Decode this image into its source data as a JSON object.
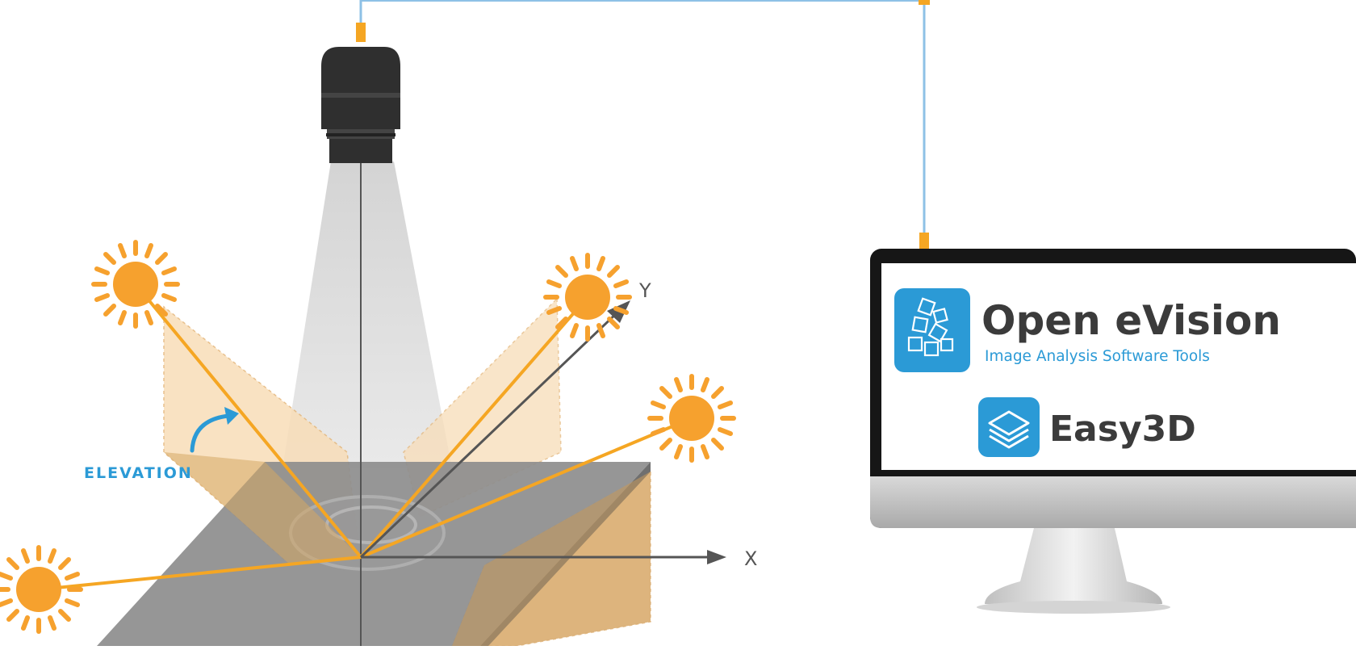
{
  "diagram": {
    "elevation_label": "ELEVATION",
    "axis_x_label": "X",
    "axis_y_label": "Y"
  },
  "monitor": {
    "product_title": "Open eVision",
    "product_subtitle": "Image Analysis Software Tools",
    "library_name": "Easy3D"
  },
  "colors": {
    "accent_orange": "#f5a623",
    "sun_orange": "#f6a12e",
    "cable_blue": "#8ec1e6",
    "brand_blue": "#2b9ad6",
    "text_dark": "#3b3b3b",
    "elevation_blue": "#2b9ad6"
  },
  "icons": {
    "camera": "camera-icon",
    "light_source": "sun-icon",
    "software_logo": "cubes-logo-icon",
    "easy3d_logo": "stack-layers-icon"
  }
}
